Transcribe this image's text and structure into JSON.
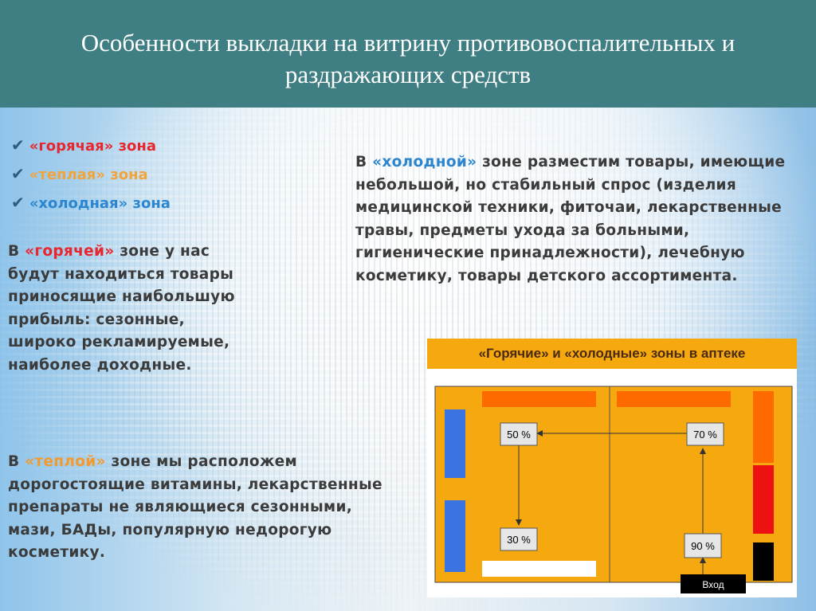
{
  "slide": {
    "title": "Особенности выкладки на витрину противовоспалительных и раздражающих средств"
  },
  "zones": [
    {
      "quote": "«горячая»",
      "word": "зона",
      "color": "#e8262d"
    },
    {
      "quote": "«теплая»",
      "word": "зона",
      "color": "#f2a33a"
    },
    {
      "quote": "«холодная»",
      "word": "зона",
      "color": "#2c86cf"
    }
  ],
  "hot_text": {
    "prefix": "В ",
    "quote": "«горячей»",
    "body": " зоне  у нас будут находиться товары приносящие наибольшую прибыль: сезонные, широко рекламируемые, наиболее доходные."
  },
  "warm_text": {
    "prefix": "В ",
    "quote": "«теплой»",
    "body": " зоне мы  расположем дорогостоящие витамины, лекарственные препараты не являющиеся сезонными, мази, БАДы, популярную недорогую косметику."
  },
  "cold_text": {
    "prefix": "В ",
    "quote": "«холодной»",
    "body": " зоне разместим товары, имеющие небольшой, но стабильный спрос (изделия медицинской техники, фиточаи, лекарственные травы, предметы ухода за больными, гигиенические принадлежности), лечебную косметику, товары детского ассортимента."
  },
  "diagram": {
    "title": "«Горячие» и «холодные» зоны в аптеке",
    "labels": {
      "top_left": "50 %",
      "top_right": "70 %",
      "bottom_left": "30 %",
      "bottom_right": "90 %",
      "entrance": "Вход"
    },
    "colors": {
      "floor": "#f6a90f",
      "blue_shelf": "#3b73e0",
      "orange_shelf": "#ff6a00",
      "red_shelf": "#ee1111",
      "black_shelf": "#000000",
      "white_shelf": "#ffffff"
    }
  }
}
